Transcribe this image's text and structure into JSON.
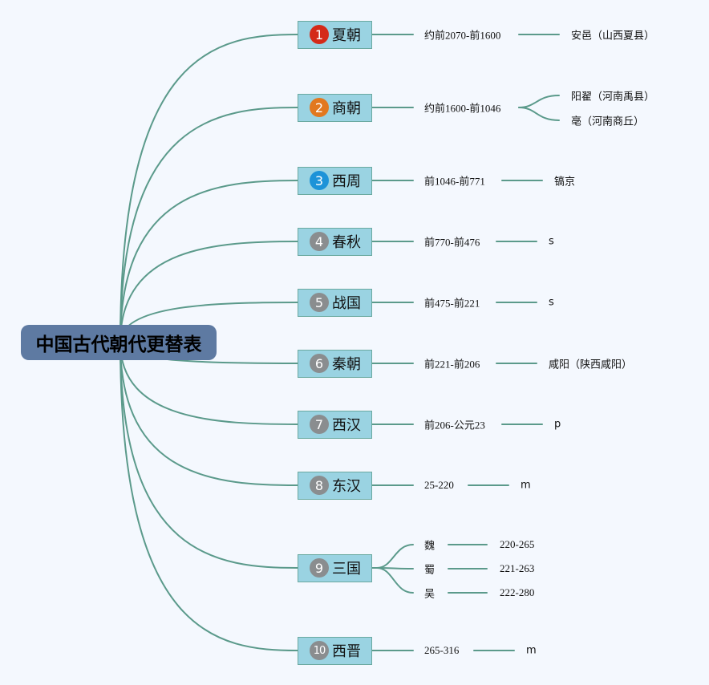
{
  "title": "中国古代朝代更替表",
  "dynasties": [
    {
      "num": "1",
      "name": "夏朝",
      "period": "约前2070-前1600",
      "capitals": [
        "安邑（山西夏县）"
      ],
      "badge_color": "#d42a18"
    },
    {
      "num": "2",
      "name": "商朝",
      "period": "约前1600-前1046",
      "capitals": [
        "阳翟（河南禹县）",
        "亳（河南商丘）"
      ],
      "badge_color": "#e2781f"
    },
    {
      "num": "3",
      "name": "西周",
      "period": "前1046-前771",
      "capitals": [
        "镐京"
      ],
      "badge_color": "#1d93d8"
    },
    {
      "num": "4",
      "name": "春秋",
      "period": "前770-前476",
      "capitals": [
        "s"
      ],
      "badge_color": "#8a8d8f"
    },
    {
      "num": "5",
      "name": "战国",
      "period": "前475-前221",
      "capitals": [
        "s"
      ],
      "badge_color": "#8a8d8f"
    },
    {
      "num": "6",
      "name": "秦朝",
      "period": "前221-前206",
      "capitals": [
        "咸阳（陕西咸阳）"
      ],
      "badge_color": "#8a8d8f"
    },
    {
      "num": "7",
      "name": "西汉",
      "period": "前206-公元23",
      "capitals": [
        "p"
      ],
      "badge_color": "#8a8d8f"
    },
    {
      "num": "8",
      "name": "东汉",
      "period": "25-220",
      "capitals": [
        "m"
      ],
      "badge_color": "#8a8d8f"
    },
    {
      "num": "9",
      "name": "三国",
      "kingdoms": [
        {
          "name": "魏",
          "period": "220-265"
        },
        {
          "name": "蜀",
          "period": "221-263"
        },
        {
          "name": "吴",
          "period": "222-280"
        }
      ],
      "badge_color": "#8a8d8f"
    },
    {
      "num": "10",
      "name": "西晋",
      "period": "265-316",
      "capitals": [
        "m"
      ],
      "badge_color": "#8a8d8f"
    }
  ],
  "colors": {
    "line": "#5b9a8b",
    "node_fill": "#9ad3e2",
    "root_fill": "#5e7aa2",
    "background": "#f4f8fe"
  }
}
